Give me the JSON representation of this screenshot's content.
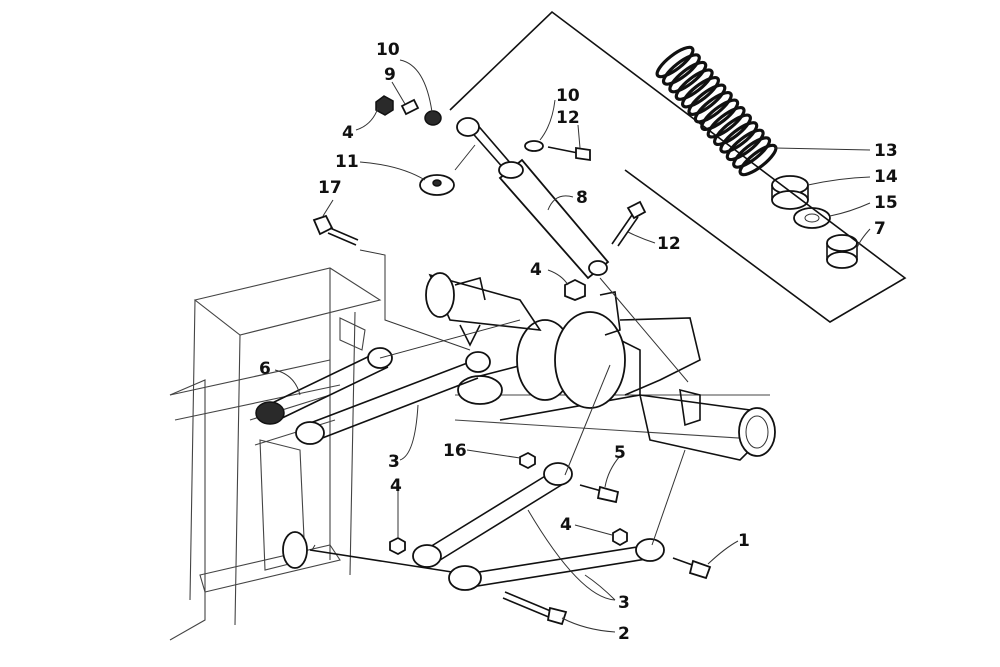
{
  "callouts": [
    {
      "id": "c10a",
      "text": "10"
    },
    {
      "id": "c9",
      "text": "9"
    },
    {
      "id": "c4a",
      "text": "4"
    },
    {
      "id": "c10b",
      "text": "10"
    },
    {
      "id": "c12a",
      "text": "12"
    },
    {
      "id": "c11",
      "text": "11"
    },
    {
      "id": "c17",
      "text": "17"
    },
    {
      "id": "c8",
      "text": "8"
    },
    {
      "id": "c12b",
      "text": "12"
    },
    {
      "id": "c4b",
      "text": "4"
    },
    {
      "id": "c13",
      "text": "13"
    },
    {
      "id": "c14",
      "text": "14"
    },
    {
      "id": "c15",
      "text": "15"
    },
    {
      "id": "c7",
      "text": "7"
    },
    {
      "id": "c6",
      "text": "6"
    },
    {
      "id": "c3a",
      "text": "3"
    },
    {
      "id": "c16",
      "text": "16"
    },
    {
      "id": "c5",
      "text": "5"
    },
    {
      "id": "c4c",
      "text": "4"
    },
    {
      "id": "c4d",
      "text": "4"
    },
    {
      "id": "c1",
      "text": "1"
    },
    {
      "id": "c3b",
      "text": "3"
    },
    {
      "id": "c2",
      "text": "2"
    }
  ]
}
